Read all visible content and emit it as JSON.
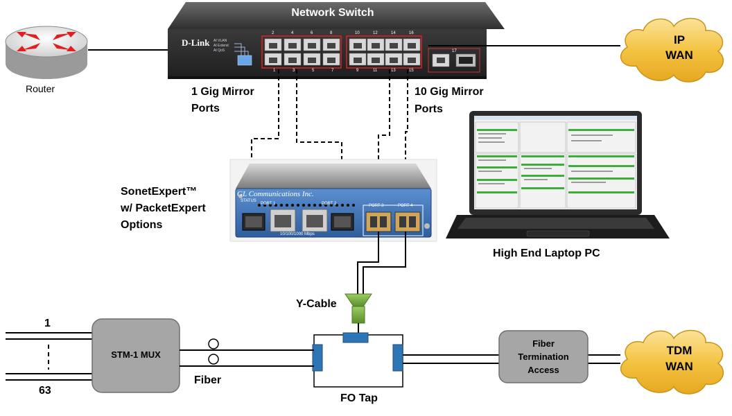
{
  "switch": {
    "title": "Network Switch",
    "brand": "D-Link",
    "panel_labels": [
      "AI VLAN",
      "AI Extend",
      "AI QoS"
    ],
    "top_port_numbers": [
      "2",
      "4",
      "6",
      "8",
      "10",
      "12",
      "14",
      "16"
    ],
    "bottom_port_numbers": [
      "1",
      "3",
      "5",
      "7",
      "9",
      "11",
      "13",
      "15"
    ],
    "uplink_label": "17"
  },
  "router": {
    "label": "Router"
  },
  "ip_wan": {
    "line1": "IP",
    "line2": "WAN"
  },
  "tdm_wan": {
    "line1": "TDM",
    "line2": "WAN"
  },
  "mirror_1g": {
    "line1": "1 Gig Mirror",
    "line2": "Ports"
  },
  "mirror_10g": {
    "line1": "10 Gig Mirror",
    "line2": "Ports"
  },
  "sonet": {
    "label_line1": "SonetExpert™",
    "label_line2": "w/ PacketExpert",
    "label_line3": "Options",
    "maker": "GL Communications Inc.",
    "status": "STATUS",
    "port1": "PORT 1",
    "port2": "PORT 2",
    "port3": "PORT 3",
    "port4": "PORT 4",
    "speed": "10/100/1000 Mbps"
  },
  "laptop": {
    "label": "High End Laptop PC"
  },
  "ycable": {
    "label": "Y-Cable"
  },
  "mux": {
    "label": "STM-1 MUX",
    "top_num": "1",
    "bottom_num": "63"
  },
  "fiber": {
    "label": "Fiber"
  },
  "fotap": {
    "label": "FO Tap"
  },
  "fta": {
    "line1": "Fiber",
    "line2": "Termination",
    "line3": "Access"
  },
  "colors": {
    "cloud": "#f4c343",
    "mux_fill": "#a6a6a6",
    "ycable": "#7cb342",
    "tap_port": "#2e75b6",
    "sonet_panel": "#4a7fc0"
  }
}
